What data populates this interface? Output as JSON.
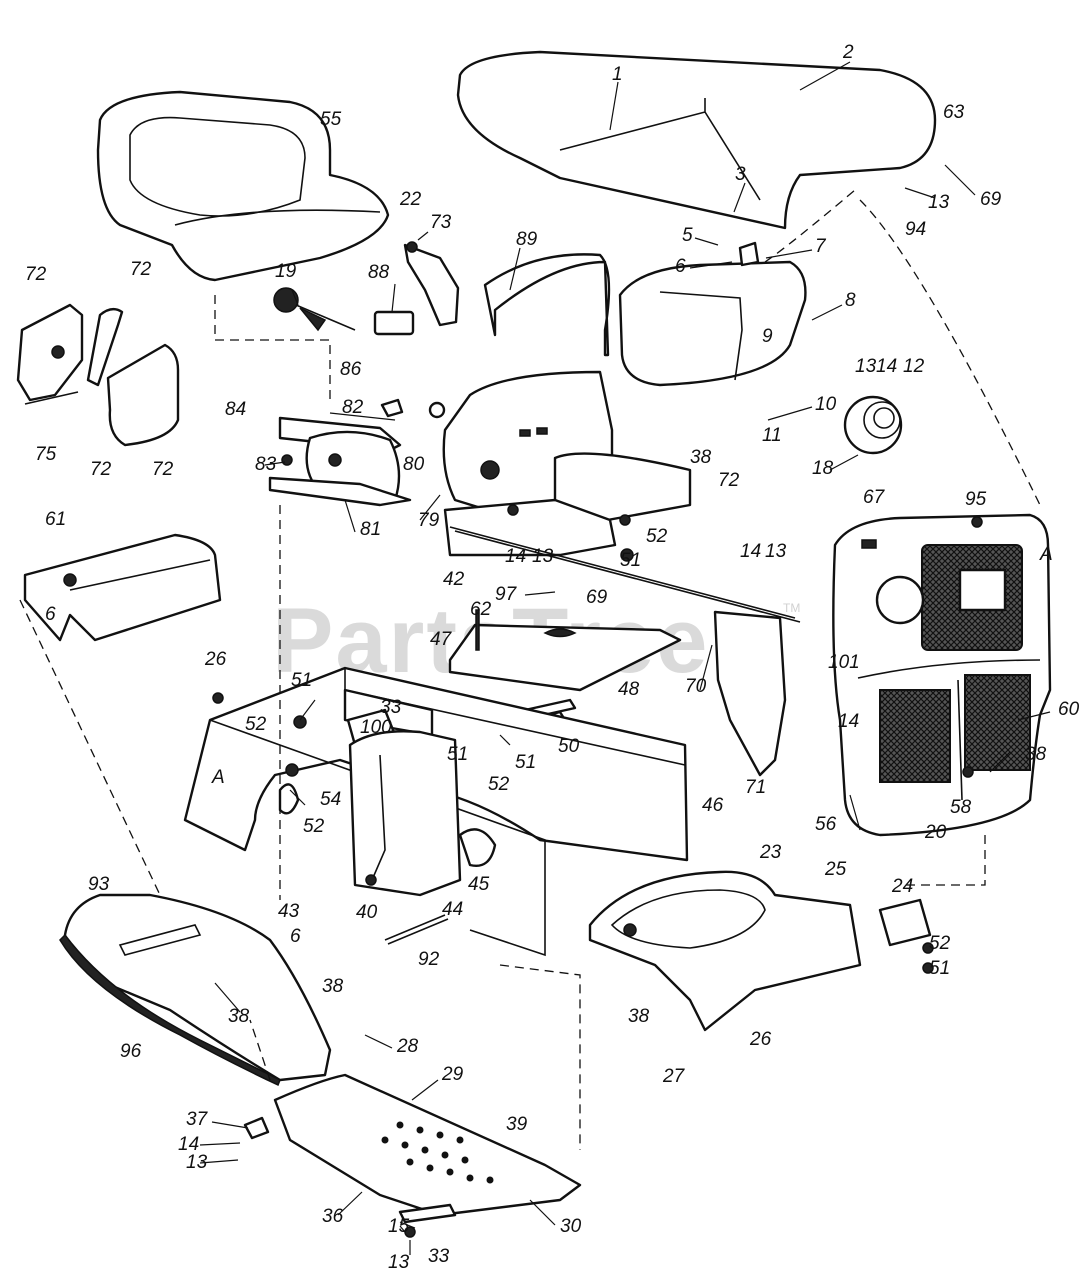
{
  "watermark": {
    "text": "PartsTree",
    "trademark": "TM"
  },
  "callouts": [
    "1",
    "2",
    "3",
    "5",
    "6",
    "7",
    "8",
    "9",
    "10",
    "11",
    "12",
    "13",
    "13",
    "13",
    "13",
    "13",
    "13",
    "14",
    "14",
    "14",
    "14",
    "14",
    "15",
    "18",
    "19",
    "20",
    "22",
    "23",
    "24",
    "25",
    "26",
    "26",
    "27",
    "28",
    "29",
    "30",
    "33",
    "33",
    "36",
    "37",
    "38",
    "38",
    "38",
    "38",
    "38",
    "39",
    "40",
    "42",
    "43",
    "44",
    "45",
    "46",
    "47",
    "48",
    "50",
    "51",
    "51",
    "51",
    "51",
    "51",
    "52",
    "52",
    "52",
    "52",
    "52",
    "54",
    "55",
    "56",
    "58",
    "60",
    "61",
    "62",
    "63",
    "67",
    "69",
    "69",
    "70",
    "71",
    "72",
    "72",
    "72",
    "72",
    "72",
    "73",
    "75",
    "79",
    "80",
    "81",
    "82",
    "83",
    "84",
    "86",
    "88",
    "89",
    "92",
    "93",
    "94",
    "95",
    "96",
    "97",
    "100",
    "101",
    "A",
    "A",
    "6",
    "6"
  ]
}
